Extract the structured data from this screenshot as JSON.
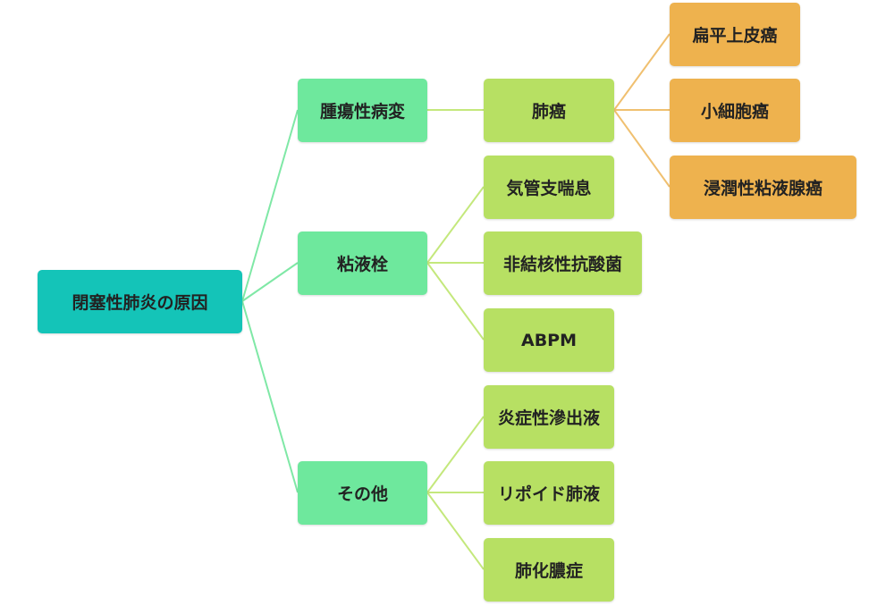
{
  "nodes": {
    "root": "閉塞性肺炎の原因",
    "tumor": "腫瘍性病変",
    "lung_cancer": "肺癌",
    "squamous": "扁平上皮癌",
    "small_cell": "小細胞癌",
    "invasive_mucinous": "浸潤性粘液腺癌",
    "mucus_plug": "粘液栓",
    "asthma": "気管支喘息",
    "ntm": "非結核性抗酸菌",
    "abpm": "ABPM",
    "other": "その他",
    "inflammatory_exudate": "炎症性滲出液",
    "lipoid": "リポイド肺液",
    "empyema": "肺化膿症"
  },
  "colors": {
    "root": "#14c4b8",
    "level1": "#6ee89d",
    "level2": "#b7e063",
    "level3": "#eeb24e",
    "edge_root": "#7fe8a6",
    "edge_level1": "#c4e87c",
    "edge_level2": "#f0c070"
  }
}
